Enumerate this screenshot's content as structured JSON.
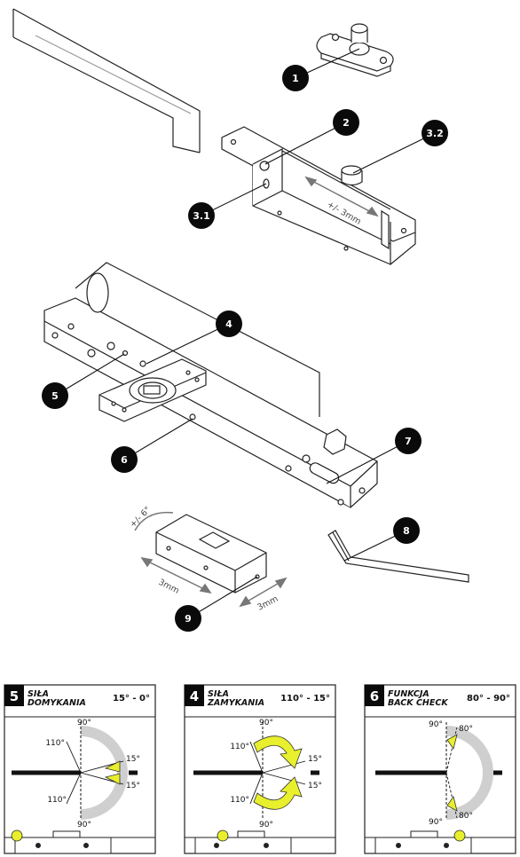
{
  "callouts": [
    "1",
    "2",
    "3.1",
    "3.2",
    "4",
    "5",
    "6",
    "7",
    "8",
    "9"
  ],
  "dimensions": {
    "slide": "+/- 3mm",
    "rotate": "+/- 6°",
    "shift_a": "3mm",
    "shift_b": "3mm"
  },
  "panels": [
    {
      "number": "5",
      "title_line1": "SIŁA",
      "title_line2": "DOMYKANIA",
      "range": "15° - 0°",
      "angles": [
        "90°",
        "110°",
        "15°",
        "15°",
        "110°",
        "90°"
      ]
    },
    {
      "number": "4",
      "title_line1": "SIŁA",
      "title_line2": "ZAMYKANIA",
      "range": "110° - 15°",
      "angles": [
        "90°",
        "110°",
        "15°",
        "15°",
        "110°",
        "90°"
      ]
    },
    {
      "number": "6",
      "title_line1": "FUNKCJA",
      "title_line2": "BACK CHECK",
      "range": "80° - 90°",
      "angles": [
        "90°",
        "80°",
        "80°",
        "90°"
      ]
    }
  ],
  "colors": {
    "highlight": "#e8ef2c",
    "arc_gray": "#cfcfcf",
    "callout_bg": "#0a0a0a",
    "line": "#222222"
  }
}
